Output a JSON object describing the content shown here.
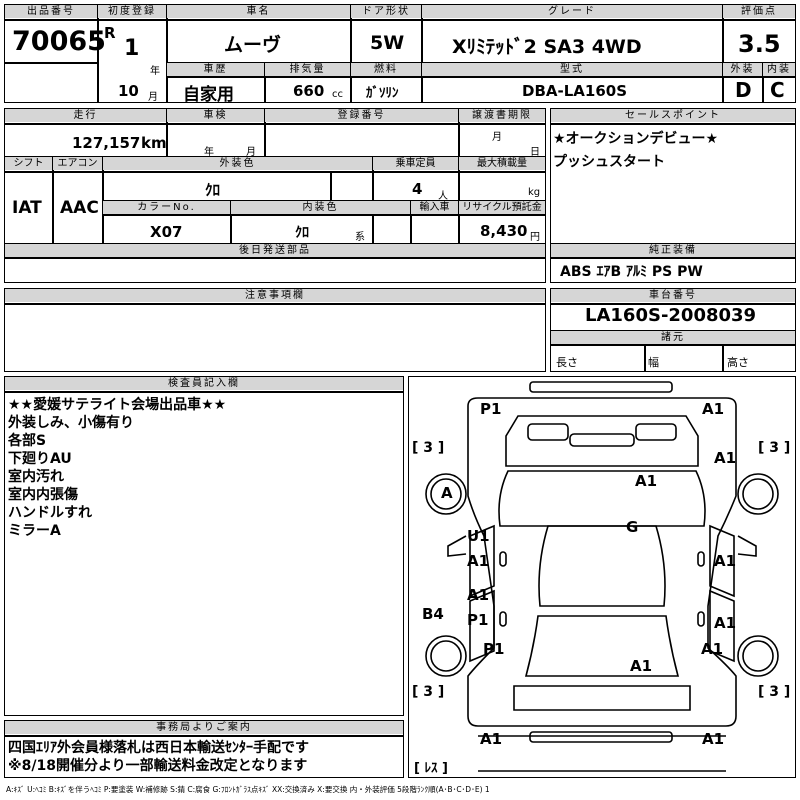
{
  "header": {
    "shuppin_label": "出品番号",
    "shuppin_value": "70065",
    "shodo_label": "初度登録",
    "era": "R",
    "year_value": "1",
    "year_unit": "年",
    "month_value": "10",
    "month_unit": "月",
    "shamei_label": "車名",
    "shamei_value": "ムーヴ",
    "door_label": "ドア形状",
    "door_value": "5W",
    "grade_label": "グレード",
    "grade_value": "Xﾘﾐﾃｯﾄﾞ2 SA3 4WD",
    "hyoka_label": "評価点",
    "hyoka_value": "3.5",
    "shareki_label": "車歴",
    "shareki_value": "自家用",
    "haiki_label": "排気量",
    "haiki_value": "660",
    "haiki_unit": "cc",
    "nenryo_label": "燃料",
    "nenryo_value": "ｶﾞｿﾘﾝ",
    "katashiki_label": "型式",
    "katashiki_value": "DBA-LA160S",
    "gaiso_label": "外装",
    "gaiso_value": "D",
    "naiso_label": "内装",
    "naiso_value": "C"
  },
  "row2": {
    "soko_label": "走行",
    "soko_value": "127,157",
    "soko_unit": "km",
    "shaken_label": "車検",
    "shaken_year": "年",
    "shaken_month": "月",
    "toroku_label": "登録番号",
    "joto_label": "譲渡書期限",
    "joto_month": "月",
    "joto_day": "日",
    "shift_label": "シフト",
    "shift_value": "IAT",
    "aircon_label": "エアコン",
    "aircon_value": "AAC",
    "gaisoshoku_label": "外装色",
    "gaisoshoku_value": "ｸﾛ",
    "teiin_label": "乗車定員",
    "teiin_value": "4",
    "teiin_unit": "人",
    "sekisai_label": "最大積載量",
    "sekisai_unit": "kg",
    "colorno_label": "カラーNo.",
    "colorno_value": "X07",
    "naisoshoku_label": "内装色",
    "naisoshoku_value": "ｸﾛ",
    "naisoshoku_unit": "系",
    "yunyu_label": "輸入車",
    "recycle_label": "リサイクル預託金",
    "recycle_value": "8,430",
    "recycle_unit": "円",
    "gojitsu_label": "後日発送部品"
  },
  "sales": {
    "label": "セールスポイント",
    "lines": [
      "★オークションデビュー★",
      "プッシュスタート"
    ]
  },
  "junsei": {
    "label": "純正装備",
    "value": "ABS ｴｱB ｱﾙﾐ PS PW"
  },
  "chui": {
    "label": "注意事項欄"
  },
  "chassis": {
    "label": "車台番号",
    "value": "LA160S-2008039",
    "shogen_label": "諸元",
    "naga": "長さ",
    "haba": "幅",
    "taka": "高さ"
  },
  "inspector": {
    "label": "検査員記入欄",
    "lines": [
      "★★愛媛サテライト会場出品車★★",
      "外装しみ、小傷有り",
      "各部S",
      "下廻りAU",
      "室内汚れ",
      "室内内張傷",
      "ハンドルすれ",
      "ミラーA"
    ]
  },
  "office": {
    "label": "事務局よりご案内",
    "lines": [
      "四国ｴﾘｱ外会員様落札は西日本輸送ｾﾝﾀｰ手配です",
      "※8/18開催分より一部輸送料金改定となります"
    ]
  },
  "diagram": {
    "marks": {
      "p1_tl": "P1",
      "a1_tr": "A1",
      "br3_l": "[ 3 ]",
      "br3_r": "[ 3 ]",
      "a_wheel": "A",
      "a1_fr": "A1",
      "a1_hood": "A1",
      "g_glass": "G",
      "u1": "U1",
      "a1_ld1": "A1",
      "a1_rd1": "A1",
      "a1_ld2": "A1",
      "p1_ld2": "P1",
      "b4": "B4",
      "a1_rd2": "A1",
      "p1_lr": "P1",
      "a1_rr": "A1",
      "a1_roof": "A1",
      "br3_bl": "[ 3 ]",
      "br3_br": "[ 3 ]",
      "a1_bl": "A1",
      "a1_br": "A1",
      "res": "[ ﾚｽ ]"
    }
  },
  "legend": {
    "text": "A:ｷｽﾞ U:ﾍｺﾐ B:ｷｽﾞを伴うﾍｺﾐ P:要塗装 W:補修跡 S:錆 C:腐食 G:ﾌﾛﾝﾄｶﾞﾗｽ点ｷｽﾞ XX:交換済み X:要交換 内・外装評価 5段階ﾗﾝｸ順(A･B･C･D･E) 1"
  }
}
